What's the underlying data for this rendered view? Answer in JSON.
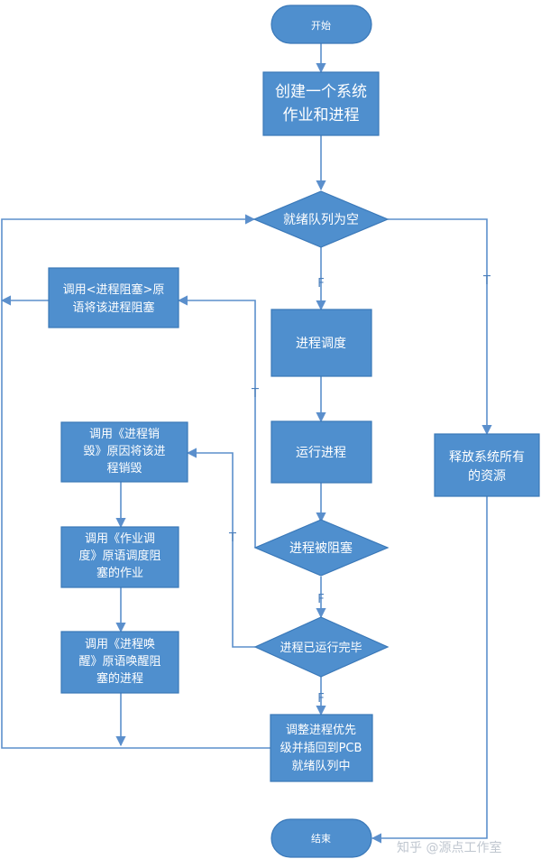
{
  "diagram": {
    "colors": {
      "node_fill": "#4f8fce",
      "node_stroke": "#3a78b8",
      "line": "#5b8fcc",
      "text": "#ffffff"
    },
    "nodes": {
      "start": {
        "lines": [
          "开始"
        ]
      },
      "create": {
        "lines": [
          "创建一个系统",
          "作业和进程"
        ]
      },
      "ready_empty": {
        "lines": [
          "就绪队列为空"
        ]
      },
      "block_primitive": {
        "lines": [
          "调用<进程阻塞>原",
          "语将该进程阻塞"
        ]
      },
      "schedule": {
        "lines": [
          "进程调度"
        ]
      },
      "run": {
        "lines": [
          "运行进程"
        ]
      },
      "release": {
        "lines": [
          "释放系统所有",
          "的资源"
        ]
      },
      "destroy": {
        "lines": [
          "调用《进程销",
          "毁》原因将该进",
          "程销毁"
        ]
      },
      "job_schedule": {
        "lines": [
          "调用《作业调",
          "度》原语调度阻",
          "塞的作业"
        ]
      },
      "wakeup": {
        "lines": [
          "调用《进程唤",
          "醒》原语唤醒阻",
          "塞的进程"
        ]
      },
      "blocked": {
        "lines": [
          "进程被阻塞"
        ]
      },
      "finished": {
        "lines": [
          "进程已运行完毕"
        ]
      },
      "adjust": {
        "lines": [
          "调整进程优先",
          "级并插回到PCB",
          "就绪队列中"
        ]
      },
      "end": {
        "lines": [
          "结束"
        ]
      }
    },
    "edge_labels": {
      "ready_empty_false": "F",
      "ready_empty_true": "T",
      "blocked_true": "T",
      "blocked_false": "F",
      "finished_true": "T",
      "finished_false": "F"
    },
    "watermark": "知乎 @源点工作室"
  }
}
